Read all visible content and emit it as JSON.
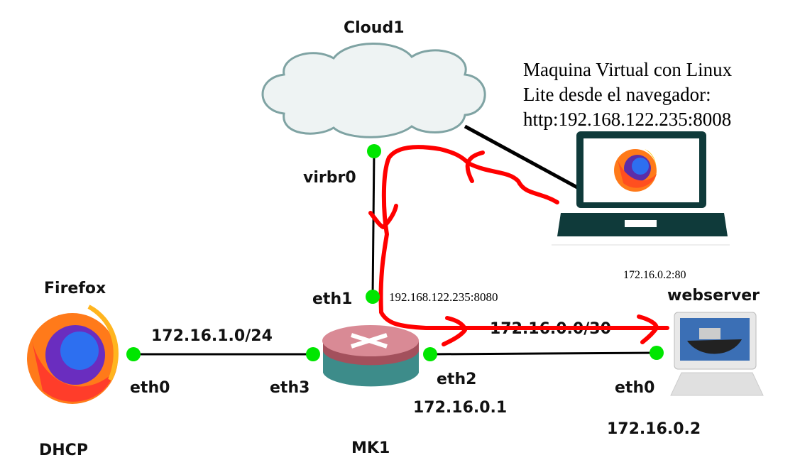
{
  "nodes": {
    "cloud": {
      "name": "Cloud1",
      "interface": "virbr0"
    },
    "router": {
      "name": "MK1",
      "interfaces": {
        "eth1": "eth1",
        "eth2": "eth2",
        "eth3": "eth3"
      },
      "eth2_ip": "172.16.0.1",
      "eth1_address": "192.168.122.235:8080"
    },
    "firefox": {
      "name": "Firefox",
      "interface": "eth0",
      "mode": "DHCP"
    },
    "webserver": {
      "name": "webserver",
      "interface": "eth0",
      "ip": "172.16.0.2",
      "service": "172.16.0.2:80"
    }
  },
  "links": {
    "lan": "172.16.1.0/24",
    "wan": "172.16.0.0/30"
  },
  "annotation": {
    "lines": [
      "Maquina Virtual con Linux",
      "Lite desde el navegador:",
      "http:192.168.122.235:8008"
    ]
  },
  "colors": {
    "port": "#00e600",
    "path": "#ff0000",
    "link": "#000000",
    "laptop": "#0f3a3a"
  }
}
